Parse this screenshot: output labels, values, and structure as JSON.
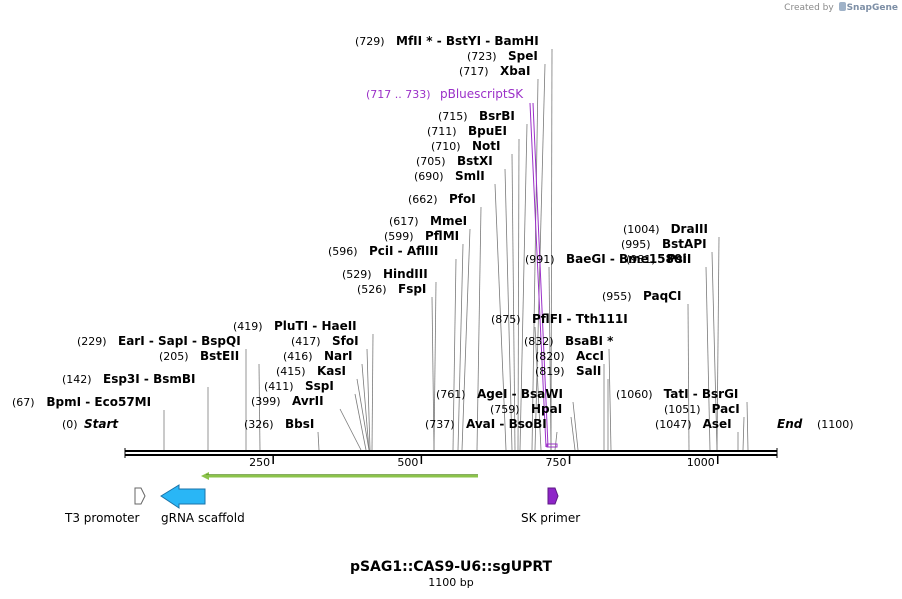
{
  "header": {
    "credit_prefix": "Created by",
    "credit_brand": "SnapGene"
  },
  "map": {
    "title": "pSAG1::CAS9-U6::sgUPRT",
    "length_label": "1100 bp",
    "length": 1100,
    "start_label": "Start",
    "end_label": "End",
    "end_position": "(1100)",
    "ticks": [
      250,
      500,
      750,
      1000
    ],
    "backbone_color": "#000000"
  },
  "sites": [
    {
      "pos": "(729)",
      "name": "MfII * - BstYI - BamHI",
      "bp": 729
    },
    {
      "pos": "(723)",
      "name": "SpeI",
      "bp": 723
    },
    {
      "pos": "(717)",
      "name": "XbaI",
      "bp": 717
    },
    {
      "pos": "(715)",
      "name": "BsrBI",
      "bp": 715
    },
    {
      "pos": "(711)",
      "name": "BpuEI",
      "bp": 711
    },
    {
      "pos": "(710)",
      "name": "NotI",
      "bp": 710
    },
    {
      "pos": "(705)",
      "name": "BstXI",
      "bp": 705
    },
    {
      "pos": "(690)",
      "name": "SmlI",
      "bp": 690
    },
    {
      "pos": "(662)",
      "name": "PfoI",
      "bp": 662
    },
    {
      "pos": "(617)",
      "name": "MmeI",
      "bp": 617
    },
    {
      "pos": "(599)",
      "name": "PflMI",
      "bp": 599
    },
    {
      "pos": "(596)",
      "name": "PciI - AflIII",
      "bp": 596
    },
    {
      "pos": "(529)",
      "name": "HindIII",
      "bp": 529
    },
    {
      "pos": "(526)",
      "name": "FspI",
      "bp": 526
    },
    {
      "pos": "(419)",
      "name": "PluTI - HaeII",
      "bp": 419
    },
    {
      "pos": "(417)",
      "name": "SfoI",
      "bp": 417
    },
    {
      "pos": "(416)",
      "name": "NarI",
      "bp": 416
    },
    {
      "pos": "(415)",
      "name": "KasI",
      "bp": 415
    },
    {
      "pos": "(411)",
      "name": "SspI",
      "bp": 411
    },
    {
      "pos": "(399)",
      "name": "AvrII",
      "bp": 399
    },
    {
      "pos": "(326)",
      "name": "BbsI",
      "bp": 326
    },
    {
      "pos": "(229)",
      "name": "EarI - SapI - BspQI",
      "bp": 229
    },
    {
      "pos": "(205)",
      "name": "BstEII",
      "bp": 205
    },
    {
      "pos": "(142)",
      "name": "Esp3I - BsmBI",
      "bp": 142
    },
    {
      "pos": "(67)",
      "name": "BpmI - Eco57MI",
      "bp": 67
    },
    {
      "pos": "(761)",
      "name": "AgeI - BsaWI",
      "bp": 761
    },
    {
      "pos": "(759)",
      "name": "HpaI",
      "bp": 759
    },
    {
      "pos": "(737)",
      "name": "AvaI - BsoBI",
      "bp": 737
    },
    {
      "pos": "(991)",
      "name": "BaeGI - Bme1580I",
      "bp": 991
    },
    {
      "pos": "(875)",
      "name": "PflFI - Tth111I",
      "bp": 875
    },
    {
      "pos": "(832)",
      "name": "BsaBI *",
      "bp": 832
    },
    {
      "pos": "(820)",
      "name": "AccI",
      "bp": 820
    },
    {
      "pos": "(819)",
      "name": "SalI",
      "bp": 819
    },
    {
      "pos": "(1004)",
      "name": "DraIII",
      "bp": 1004
    },
    {
      "pos": "(995)",
      "name": "BstAPI",
      "bp": 995
    },
    {
      "pos": "(981)",
      "name": "PsiI",
      "bp": 981
    },
    {
      "pos": "(955)",
      "name": "PaqCI",
      "bp": 955
    },
    {
      "pos": "(1060)",
      "name": "TatI - BsrGI",
      "bp": 1060
    },
    {
      "pos": "(1051)",
      "name": "PacI",
      "bp": 1051
    },
    {
      "pos": "(1047)",
      "name": "AseI",
      "bp": 1047
    }
  ],
  "primer_site": {
    "pos": "(717 .. 733)",
    "name": "pBluescriptSK",
    "color": "#9b30c8"
  },
  "features": [
    {
      "name": "T3 promoter",
      "color": "#ffffff",
      "stroke": "#666666"
    },
    {
      "name": "gRNA scaffold",
      "color": "#29b6f6",
      "stroke": "#1a73a8"
    },
    {
      "name": "SK primer",
      "color": "#8e24c8",
      "stroke": "#5e1a85"
    }
  ],
  "orf_arrow": {
    "color": "#8bc34a"
  }
}
